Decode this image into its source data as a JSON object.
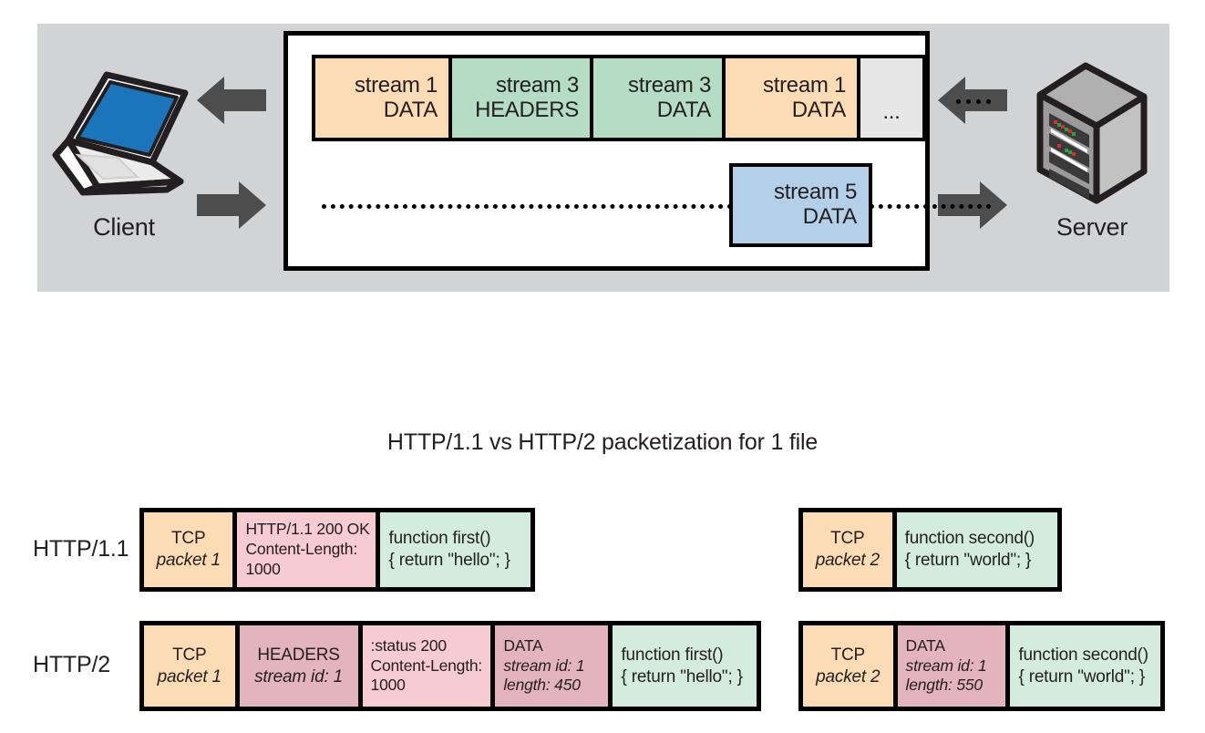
{
  "top_diagram": {
    "client_label": "Client",
    "server_label": "Server",
    "client_icon": "laptop-icon",
    "server_icon": "server-tower-icon",
    "arrows": {
      "to_client": "arrow-left-icon",
      "to_server": "arrow-right-icon"
    },
    "downstream_frames": [
      {
        "line1": "stream 1",
        "line2": "DATA",
        "color": "#fbdcb5"
      },
      {
        "line1": "stream 3",
        "line2": "HEADERS",
        "color": "#b4ddc4"
      },
      {
        "line1": "stream 3",
        "line2": "DATA",
        "color": "#b4ddc4"
      },
      {
        "line1": "stream 1",
        "line2": "DATA",
        "color": "#fbdcb5"
      },
      {
        "line1": "",
        "line2": "...",
        "color": "#e7e7e8"
      }
    ],
    "upstream_frame": {
      "line1": "stream 5",
      "line2": "DATA",
      "color": "#b3d0e8"
    }
  },
  "bottom_diagram": {
    "title": "HTTP/1.1 vs HTTP/2 packetization for 1 file",
    "rows": [
      {
        "label": "HTTP/1.1",
        "groups": [
          {
            "cells": [
              {
                "lines": [
                  "TCP",
                  "packet 1"
                ],
                "italic": [
                  false,
                  true
                ],
                "color": "#fbdcb5",
                "centered": true,
                "width": 106
              },
              {
                "lines": [
                  "HTTP/1.1 200 OK",
                  "Content-Length:",
                  "1000"
                ],
                "italic": [
                  false,
                  false,
                  false
                ],
                "color": "#f6cbd1",
                "centered": false,
                "width": 157
              },
              {
                "lines": [
                  "function first()",
                  "{ return \"hello\"; }"
                ],
                "italic": [
                  false,
                  false
                ],
                "color": "#d4ecdd",
                "centered": false,
                "width": 171
              }
            ]
          },
          {
            "cells": [
              {
                "lines": [
                  "TCP",
                  "packet 2"
                ],
                "italic": [
                  false,
                  true
                ],
                "color": "#fbdcb5",
                "centered": true,
                "width": 106
              },
              {
                "lines": [
                  "function second()",
                  "{ return \"world\"; }"
                ],
                "italic": [
                  false,
                  false
                ],
                "color": "#d4ecdd",
                "centered": false,
                "width": 183
              }
            ]
          }
        ]
      },
      {
        "label": "HTTP/2",
        "groups": [
          {
            "cells": [
              {
                "lines": [
                  "TCP",
                  "packet 1"
                ],
                "italic": [
                  false,
                  true
                ],
                "color": "#fbdcb5",
                "centered": true,
                "width": 106
              },
              {
                "lines": [
                  "HEADERS",
                  "stream id: 1"
                ],
                "italic": [
                  false,
                  true
                ],
                "color": "#e3b4bd",
                "centered": true,
                "width": 137
              },
              {
                "lines": [
                  ":status 200",
                  "Content-Length:",
                  "1000"
                ],
                "italic": [
                  false,
                  false,
                  false
                ],
                "color": "#f6cbd1",
                "centered": false,
                "width": 148
              },
              {
                "lines": [
                  "DATA",
                  "stream id: 1",
                  "length: 450"
                ],
                "italic": [
                  false,
                  true,
                  true
                ],
                "color": "#e3b4bd",
                "centered": false,
                "width": 131
              },
              {
                "lines": [
                  "function first()",
                  "{ return \"hello\"; }"
                ],
                "italic": [
                  false,
                  false
                ],
                "color": "#d4ecdd",
                "centered": false,
                "width": 160
              }
            ]
          },
          {
            "cells": [
              {
                "lines": [
                  "TCP",
                  "packet 2"
                ],
                "italic": [
                  false,
                  true
                ],
                "color": "#fbdcb5",
                "centered": true,
                "width": 106
              },
              {
                "lines": [
                  "DATA",
                  "stream id: 1",
                  "length: 550"
                ],
                "italic": [
                  false,
                  true,
                  true
                ],
                "color": "#e3b4bd",
                "centered": false,
                "width": 127
              },
              {
                "lines": [
                  "function second()",
                  "{ return \"world\"; }"
                ],
                "italic": [
                  false,
                  false
                ],
                "color": "#d4ecdd",
                "centered": false,
                "width": 169
              }
            ]
          }
        ]
      }
    ]
  }
}
